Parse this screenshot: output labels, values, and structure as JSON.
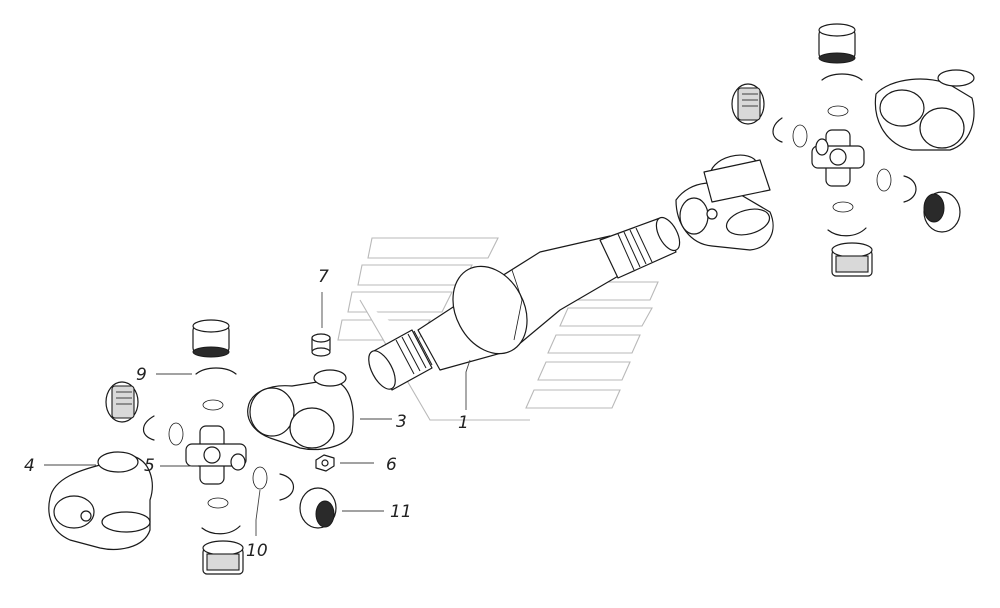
{
  "callouts": [
    {
      "id": "1",
      "label": "1"
    },
    {
      "id": "3",
      "label": "3"
    },
    {
      "id": "4",
      "label": "4"
    },
    {
      "id": "5",
      "label": "5"
    },
    {
      "id": "6",
      "label": "6"
    },
    {
      "id": "7",
      "label": "7"
    },
    {
      "id": "9",
      "label": "9"
    },
    {
      "id": "10",
      "label": "10"
    },
    {
      "id": "11",
      "label": "11"
    }
  ],
  "colors": {
    "line": "#1a1a1a",
    "watermark": "#b9b9b9",
    "background": "#ffffff"
  }
}
